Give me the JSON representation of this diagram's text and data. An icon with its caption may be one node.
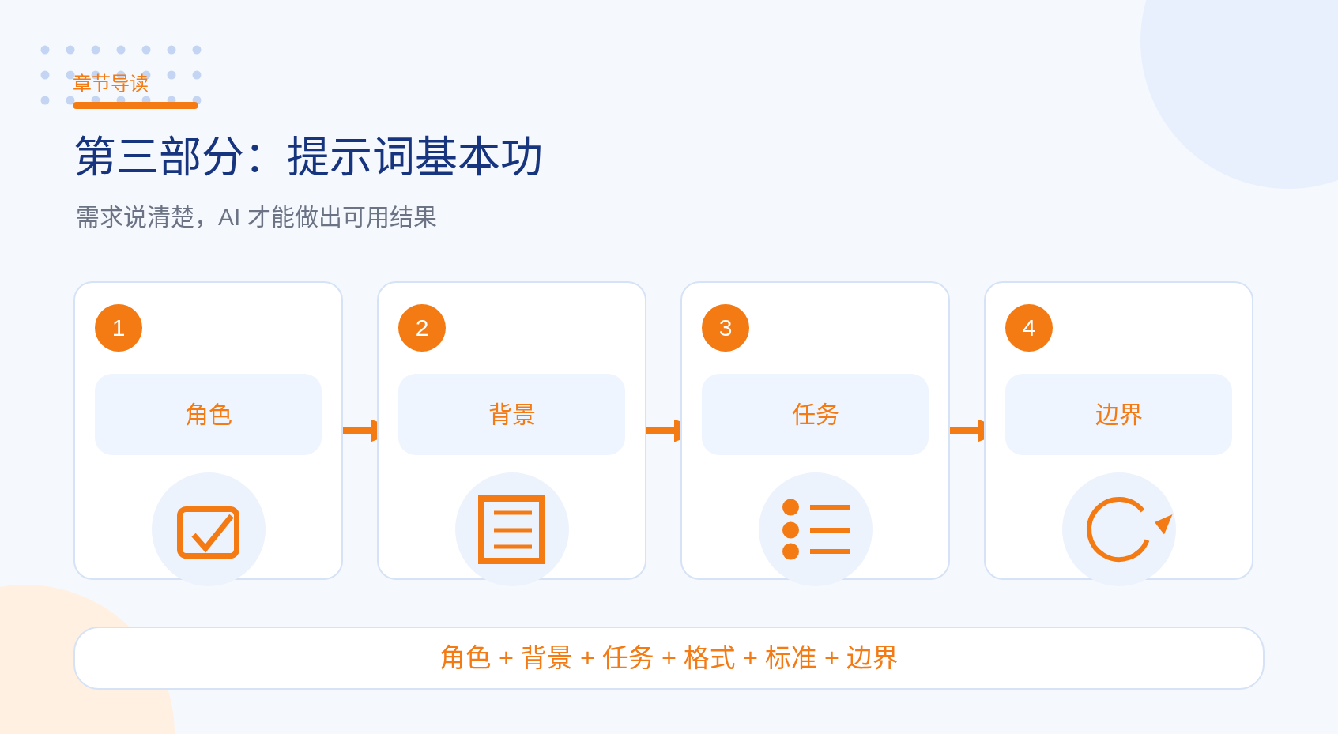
{
  "diagram": {
    "title": "第三部分：提示词基本功",
    "nodes": [
      {
        "text": [],
        "shape": "box"
      },
      {
        "text": [
          "1"
        ],
        "in": 0
      },
      {
        "text": [
          "角色"
        ],
        "in": 0
      },
      {
        "text": [],
        "shape": "box"
      },
      {
        "text": [
          "2"
        ],
        "in": 3
      },
      {
        "text": [
          "背景"
        ],
        "in": 3
      },
      {
        "text": [],
        "shape": "box"
      },
      {
        "text": [
          "3"
        ],
        "in": 6
      },
      {
        "text": [
          "任务"
        ],
        "in": 6
      },
      {
        "text": [],
        "shape": "box"
      },
      {
        "text": [
          "4"
        ],
        "in": 9
      },
      {
        "text": [
          "边界"
        ],
        "in": 9
      },
      {
        "text": [
          "角色 + 背景 + 任务 + 格式 + 标准 + 边界"
        ]
      }
    ],
    "edges": [
      {
        "from": 0,
        "to": 3,
        "arrow": "to"
      },
      {
        "from": 3,
        "to": 6,
        "arrow": "to"
      },
      {
        "from": 6,
        "to": 9,
        "arrow": "to"
      }
    ],
    "labels": [
      "章节导读",
      "需求说清楚，AI 才能做出可用结果"
    ]
  }
}
